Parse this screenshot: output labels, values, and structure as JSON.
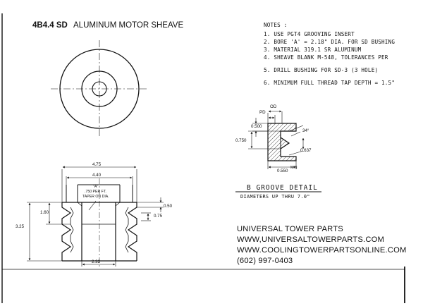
{
  "title": {
    "part_number": "4B4.4 SD",
    "name": "ALUMINUM MOTOR SHEAVE"
  },
  "notes": {
    "heading": "NOTES :",
    "items": [
      "1.  USE PGT4 GROOVING INSERT",
      "2.  BORE 'A' = 2.18\" DIA. FOR SD BUSHING",
      "3.  MATERIAL 319.1 SR ALUMINUM",
      "4.  SHEAVE BLANK M-548, TOLERANCES PER",
      "5.  DRILL BUSHING FOR SD-3 (3 HOLE)",
      "6.  MINIMUM FULL THREAD TAP DEPTH = 1.5\""
    ]
  },
  "section_view": {
    "dim_overall_width": "4.75",
    "dim_outer_width": "4.40",
    "bore_label": "\"A\"",
    "taper_note_line1": ".750 PER FT.",
    "taper_note_line2": "TAPER ON DIA.",
    "dim_left_height": "1.60",
    "dim_total_height": "3.25",
    "dim_top_offset": "0.50",
    "dim_right_height": "0.75",
    "dim_bottom_width": "2.32"
  },
  "groove_detail": {
    "od_label": "OD",
    "pd_label": "PD",
    "dim_top": "0.500",
    "dim_left": "0.750",
    "angle": "34°",
    "dim_depth": "0.637",
    "dim_bottom": "0.550",
    "dim_bottom_note": "MIN",
    "title": "B GROOVE DETAIL",
    "subtitle": "DIAMETERS UP THRU 7.0\""
  },
  "contact": {
    "company": "UNIVERSAL TOWER PARTS",
    "website1": "WWW,UNIVERSALTOWERPARTS.COM",
    "website2": "WWW.COOLINGTOWERPARTSONLINE.COM",
    "phone": "(602) 997-0403"
  }
}
